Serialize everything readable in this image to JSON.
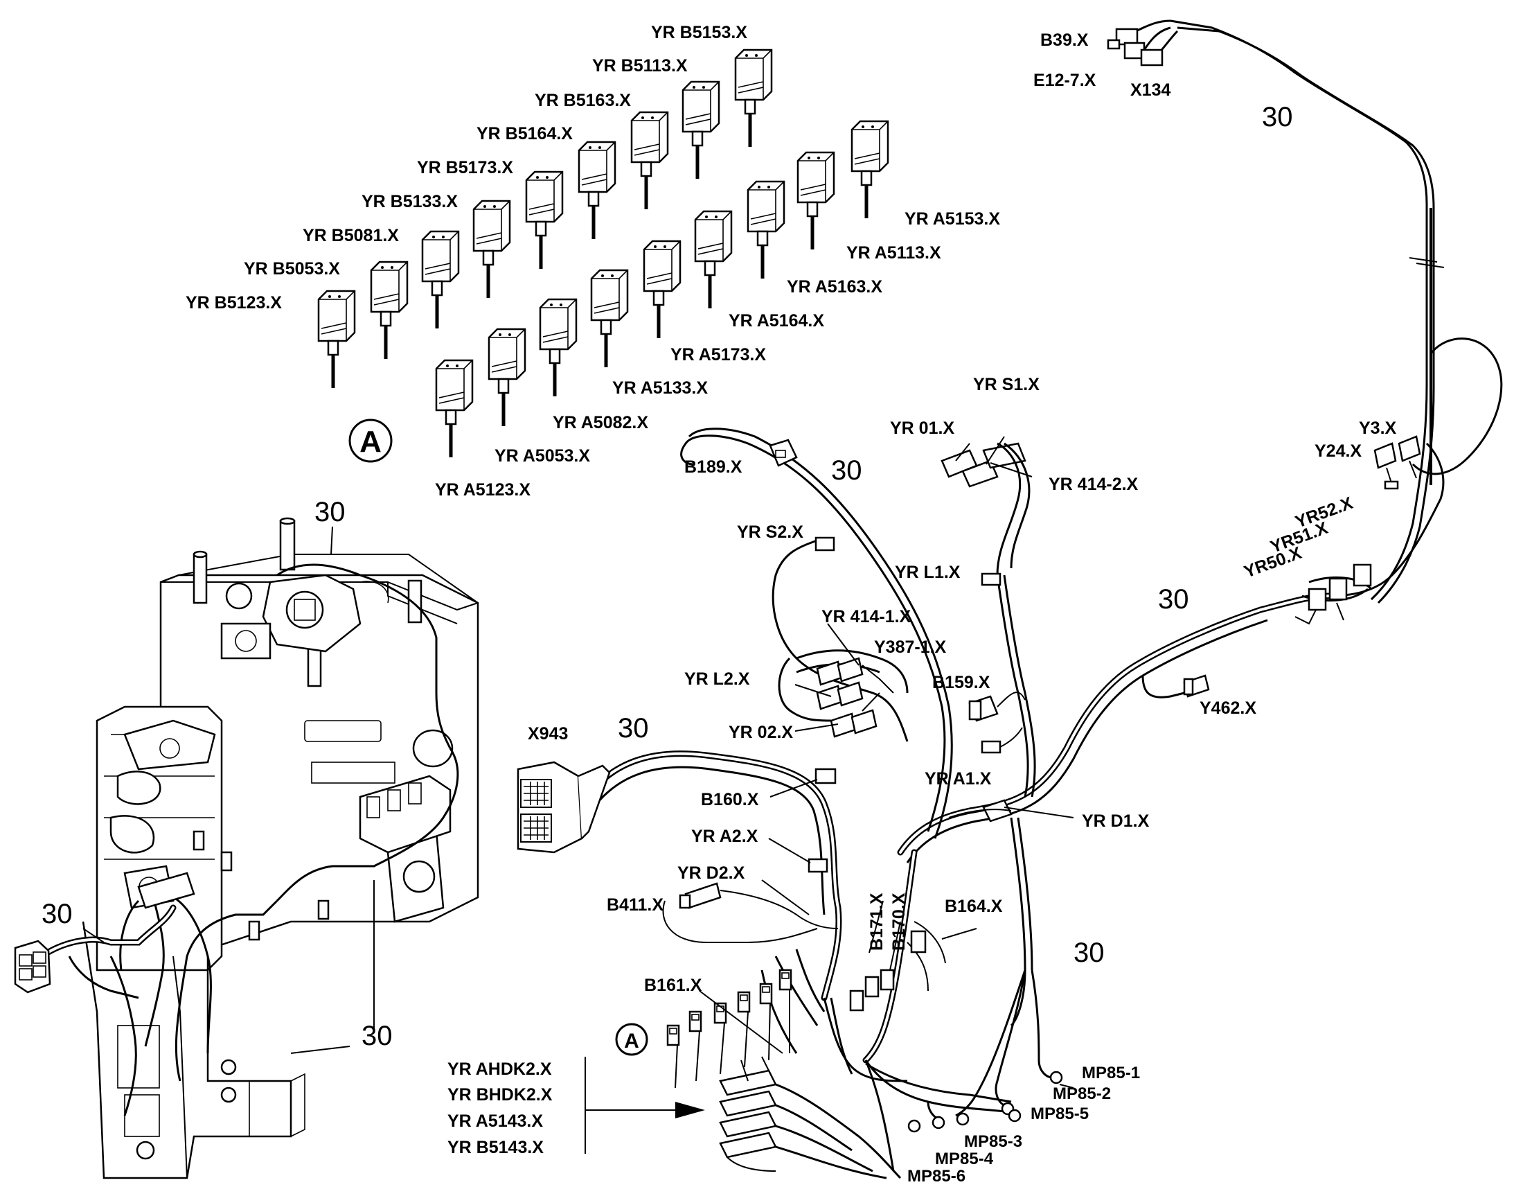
{
  "section_numbers": {
    "n1": "30",
    "n2": "30",
    "n3": "30",
    "n4": "30",
    "n5": "30",
    "n6": "30",
    "n7": "30",
    "n8": "30"
  },
  "detail_marker": {
    "a_top": "A",
    "a_bottom": "A"
  },
  "solenoid_connectors_b": {
    "b5153": "YR B5153.X",
    "b5113": "YR B5113.X",
    "b5163": "YR B5163.X",
    "b5164": "YR B5164.X",
    "b5173": "YR B5173.X",
    "b5133": "YR B5133.X",
    "b5081": "YR B5081.X",
    "b5053": "YR B5053.X",
    "b5123": "YR B5123.X"
  },
  "solenoid_connectors_a": {
    "a5153": "YR A5153.X",
    "a5113": "YR A5113.X",
    "a5163": "YR A5163.X",
    "a5164": "YR A5164.X",
    "a5173": "YR A5173.X",
    "a5133": "YR A5133.X",
    "a5082": "YR A5082.X",
    "a5053": "YR A5053.X",
    "a5123": "YR A5123.X"
  },
  "connectors": {
    "b39": "B39.X",
    "e12_7": "E12-7.X",
    "x134": "X134",
    "yr_s1": "YR S1.X",
    "yr_01": "YR 01.X",
    "b189": "B189.X",
    "yr_414_2": "YR 414-2.X",
    "y3": "Y3.X",
    "y24": "Y24.X",
    "yr_s2": "YR S2.X",
    "yr_l1": "YR L1.X",
    "yr52": "YR52.X",
    "yr51": "YR51.X",
    "yr50": "YR50.X",
    "yr_414_1": "YR 414-1.X",
    "y387_1": "Y387-1.X",
    "yr_l2": "YR L2.X",
    "b159": "B159.X",
    "yr_02": "YR 02.X",
    "y462": "Y462.X",
    "x943": "X943",
    "yr_a1": "YR A1.X",
    "b160": "B160.X",
    "yr_d1": "YR D1.X",
    "yr_a2": "YR A2.X",
    "yr_d2": "YR D2.X",
    "b411": "B411.X",
    "b171": "B171.X",
    "b170": "B170.X",
    "b164": "B164.X",
    "b161": "B161.X"
  },
  "ground_points": {
    "mp85_1": "MP85-1",
    "mp85_2": "MP85-2",
    "mp85_5": "MP85-5",
    "mp85_3": "MP85-3",
    "mp85_4": "MP85-4",
    "mp85_6": "MP85-6"
  },
  "detail_callout": {
    "line1": "YR AHDK2.X",
    "line2": "YR BHDK2.X",
    "line3": "YR A5143.X",
    "line4": "YR B5143.X"
  }
}
